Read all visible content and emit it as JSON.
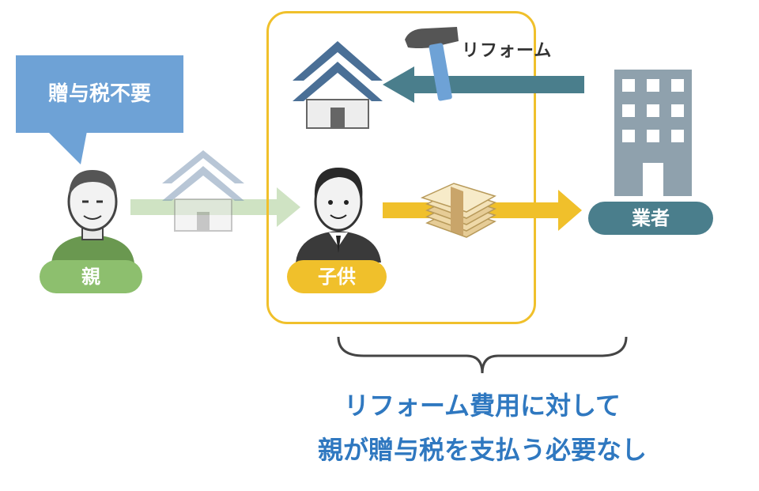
{
  "speech": {
    "text": "贈与税不要"
  },
  "labels": {
    "parent": "親",
    "child": "子供",
    "vendor": "業者",
    "reform": "リフォーム"
  },
  "caption": {
    "line1": "リフォーム費用に対して",
    "line2": "親が贈与税を支払う必要なし"
  },
  "colors": {
    "speech": "#6ea2d6",
    "parent_green": "#8dbf6e",
    "child_yellow": "#f0c02b",
    "vendor_teal": "#4a7e8c",
    "house_blue": "#4a6f96",
    "building_gray": "#8fa1ad",
    "caption_blue": "#2f78c0"
  },
  "icons": [
    "speech-bubble-icon",
    "parent-person-icon",
    "faded-house-icon",
    "child-person-icon",
    "house-icon",
    "hammer-icon",
    "money-bundle-icon",
    "office-building-icon",
    "brace-icon"
  ]
}
